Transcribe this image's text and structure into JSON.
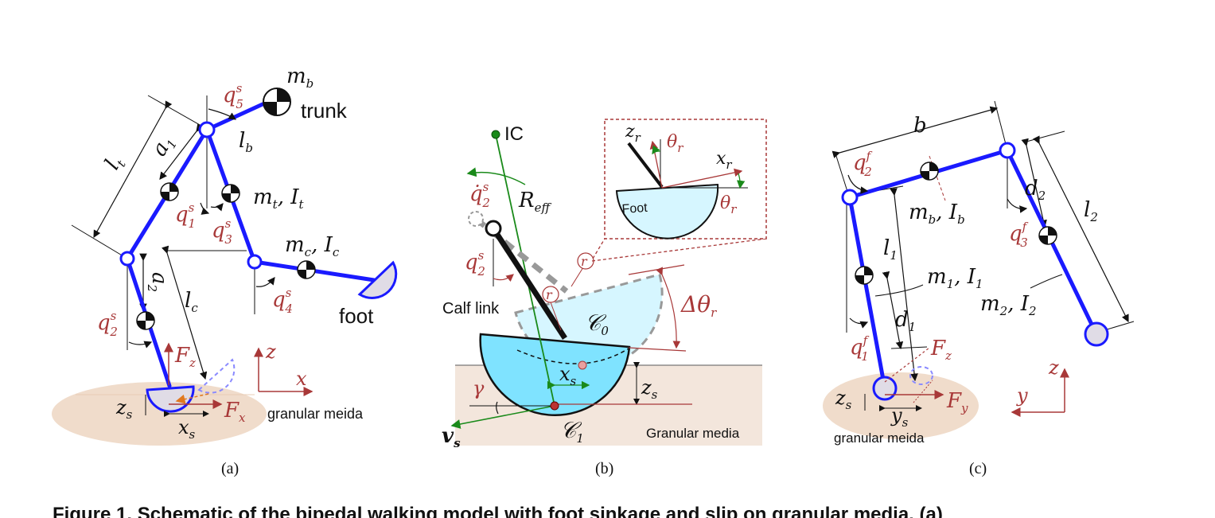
{
  "panels": {
    "a": {
      "label": "(a)",
      "trunk": "trunk",
      "foot": "foot",
      "media": "granular meida",
      "symbols": {
        "mb": "m",
        "mb_sub": "b",
        "q5": "q",
        "q5_sub": "5",
        "q5_sup": "s",
        "lb": "l",
        "lb_sub": "b",
        "lt": "l",
        "lt_sub": "t",
        "a1": "a",
        "a1_sub": "1",
        "mt": "m",
        "mt_sub": "t",
        "it": "I",
        "it_sub": "t",
        "q1": "q",
        "q1_sub": "1",
        "q1_sup": "s",
        "q3": "q",
        "q3_sub": "3",
        "q3_sup": "s",
        "mc": "m",
        "mc_sub": "c",
        "ic": "I",
        "ic_sub": "c",
        "q4": "q",
        "q4_sub": "4",
        "q4_sup": "s",
        "a2": "a",
        "a2_sub": "2",
        "lc": "l",
        "lc_sub": "c",
        "q2": "q",
        "q2_sub": "2",
        "q2_sup": "s",
        "fz": "F",
        "fz_sub": "z",
        "fx": "F",
        "fx_sub": "x",
        "zs": "z",
        "zs_sub": "s",
        "xs": "x",
        "xs_sub": "s",
        "z": "z",
        "x": "x"
      }
    },
    "b": {
      "label": "(b)",
      "ic": "IC",
      "reff": "R",
      "reff_sub": "eff",
      "q2dot": "q̇",
      "q2dot_sub": "2",
      "q2dot_sup": "s",
      "q2": "q",
      "q2_sub": "2",
      "q2_sup": "s",
      "calf": "Calf link",
      "r": "r",
      "c0": "𝒞",
      "c0_sub": "0",
      "c1": "𝒞",
      "c1_sub": "1",
      "dtheta": "Δθ",
      "dtheta_sub": "r",
      "xs": "x",
      "xs_sub": "s",
      "zs": "z",
      "zs_sub": "s",
      "gamma": "γ",
      "vs": "v",
      "vs_sub": "s",
      "media": "Granular media",
      "inset": {
        "zr": "z",
        "zr_sub": "r",
        "thetar": "θ",
        "thetar_sub": "r",
        "xr": "x",
        "xr_sub": "r",
        "thetar2": "θ",
        "thetar2_sub": "r",
        "foot": "Foot"
      }
    },
    "c": {
      "label": "(c)",
      "media": "granular meida",
      "symbols": {
        "b": "b",
        "q2f": "q",
        "q2f_sub": "2",
        "q2f_sup": "f",
        "d2": "d",
        "d2_sub": "2",
        "l2": "l",
        "l2_sub": "2",
        "mb": "m",
        "mb_sub": "b",
        "ib": "I",
        "ib_sub": "b",
        "q3f": "q",
        "q3f_sub": "3",
        "q3f_sup": "f",
        "l1": "l",
        "l1_sub": "1",
        "m1": "m",
        "m1_sub": "1",
        "i1": "I",
        "i1_sub": "1",
        "m2": "m",
        "m2_sub": "2",
        "i2": "I",
        "i2_sub": "2",
        "d1": "d",
        "d1_sub": "1",
        "q1f": "q",
        "q1f_sub": "1",
        "q1f_sup": "f",
        "fz": "F",
        "fz_sub": "z",
        "fy": "F",
        "fy_sub": "y",
        "zs": "z",
        "zs_sub": "s",
        "ys": "y",
        "ys_sub": "s",
        "z": "z",
        "y": "y"
      }
    }
  },
  "caption": "Figure 1. Schematic of the bipedal walking model with foot sinkage and slip on granular media. (a)",
  "colors": {
    "link": "#1a1aff",
    "symbol": "#a83838",
    "media": "#f0dccb",
    "foot_fill": "#7fe3ff",
    "inset_border": "#a83838"
  }
}
